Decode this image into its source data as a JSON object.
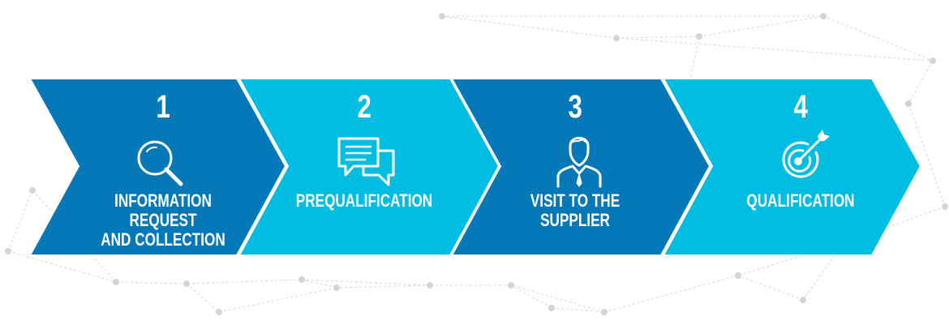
{
  "colors": {
    "dark_blue": "#0579b8",
    "light_blue": "#00bde1",
    "network": "#d4d4d4",
    "text": "#ffffff"
  },
  "steps": [
    {
      "number": "1",
      "label": "INFORMATION REQUEST\nAND COLLECTION",
      "icon": "magnifier-icon",
      "color": "#0579b8"
    },
    {
      "number": "2",
      "label": "PREQUALIFICATION",
      "icon": "chat-bubbles-icon",
      "color": "#00bde1"
    },
    {
      "number": "3",
      "label": "VISIT TO THE\nSUPPLIER",
      "icon": "businessman-icon",
      "color": "#0579b8"
    },
    {
      "number": "4",
      "label": "QUALIFICATION",
      "icon": "target-icon",
      "color": "#00bde1"
    }
  ]
}
